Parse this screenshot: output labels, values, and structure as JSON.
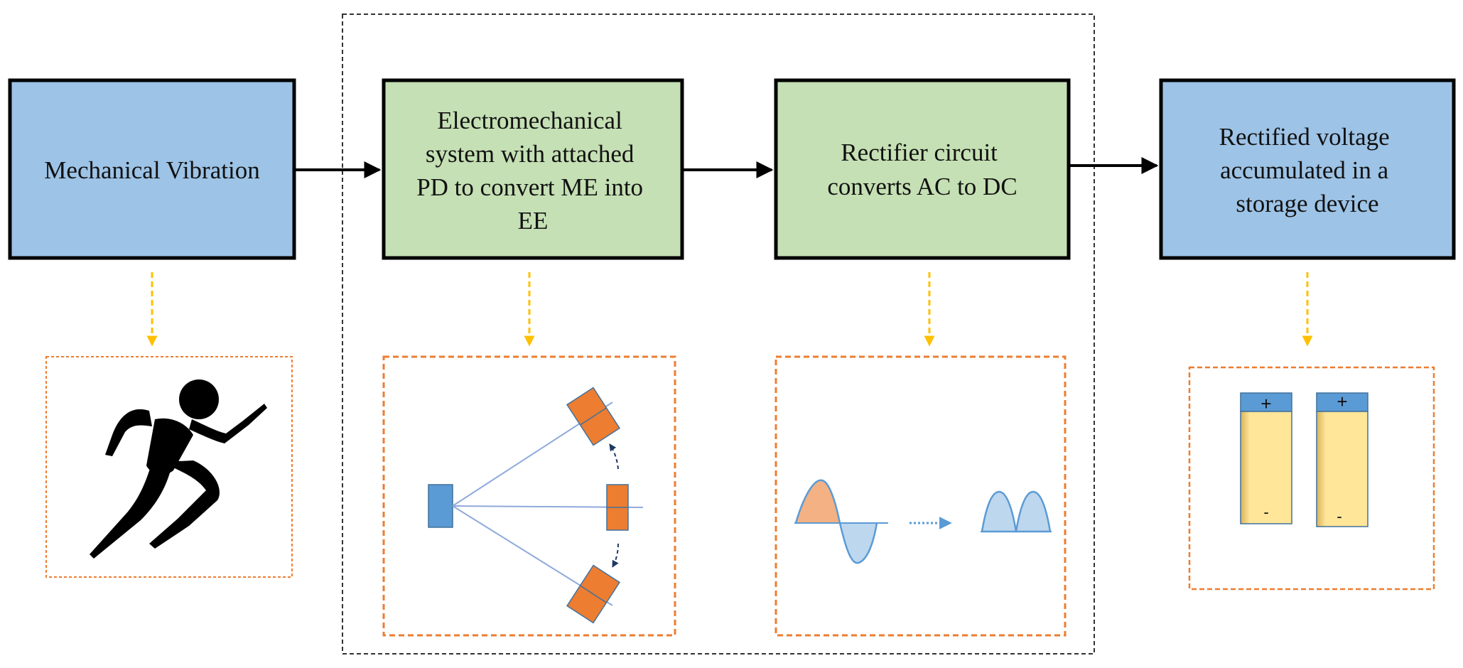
{
  "colors": {
    "blue_box": "#9dc3e6",
    "green_box": "#c5e0b4",
    "box_border": "#000000",
    "panel_border": "#ed7d31",
    "yellow_arrow": "#ffc000",
    "pd_orange": "#ed7d31",
    "clamp_blue": "#5b9bd5",
    "beam_line": "#8faadc",
    "battery_body": "#ffe699",
    "battery_cap": "#5b9bd5",
    "wave_orange": "#f4b183",
    "wave_blue": "#bdd7ee",
    "wave_line": "#5b9bd5"
  },
  "boxes": {
    "mechanical_vibration": {
      "lines": [
        "Mechanical Vibration"
      ]
    },
    "electromechanical_system": {
      "lines": [
        "Electromechanical",
        "system with attached",
        "PD to convert ME into",
        "EE"
      ]
    },
    "rectifier_circuit": {
      "lines": [
        "Rectifier circuit",
        "converts AC to DC"
      ]
    },
    "storage_device": {
      "lines": [
        "Rectified voltage",
        "accumulated in a",
        "storage device"
      ]
    }
  },
  "icons": {
    "vibration_panel": "running-person-icon",
    "system_panel": "cantilever-beam-piezo-icon",
    "rectifier_panel": "ac-to-dc-waveform-icon",
    "storage_panel": "battery-pair-icon"
  },
  "batteries": {
    "battery_1": {
      "positive": "+",
      "negative": "-"
    },
    "battery_2": {
      "positive": "+",
      "negative": "-"
    }
  }
}
